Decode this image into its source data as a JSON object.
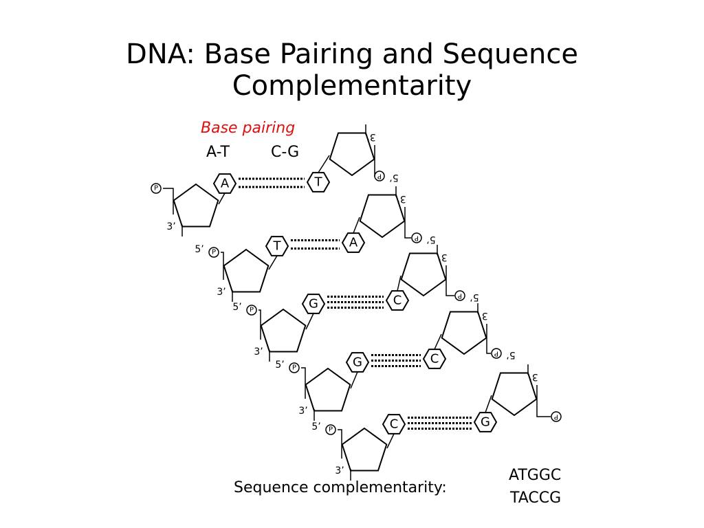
{
  "title": {
    "line1": "DNA: Base Pairing and Sequence",
    "line2": "Complementarity"
  },
  "legend": {
    "title": "Base pairing",
    "pair_at": "A-T",
    "pair_cg": "C-G"
  },
  "left_strand": {
    "bases": [
      "A",
      "T",
      "G",
      "G",
      "C"
    ],
    "phosphate": "P",
    "end_5": "5’",
    "end_3": "3’"
  },
  "right_strand": {
    "bases": [
      "T",
      "A",
      "C",
      "C",
      "G"
    ],
    "phosphate": "P",
    "end_5": "5’",
    "end_3": "3’"
  },
  "sequence": {
    "label": "Sequence complementarity:",
    "strand1": "ATGGC",
    "strand2": "TACCG"
  },
  "colors": {
    "legend_title": "#e01010",
    "lines": "#000000"
  }
}
